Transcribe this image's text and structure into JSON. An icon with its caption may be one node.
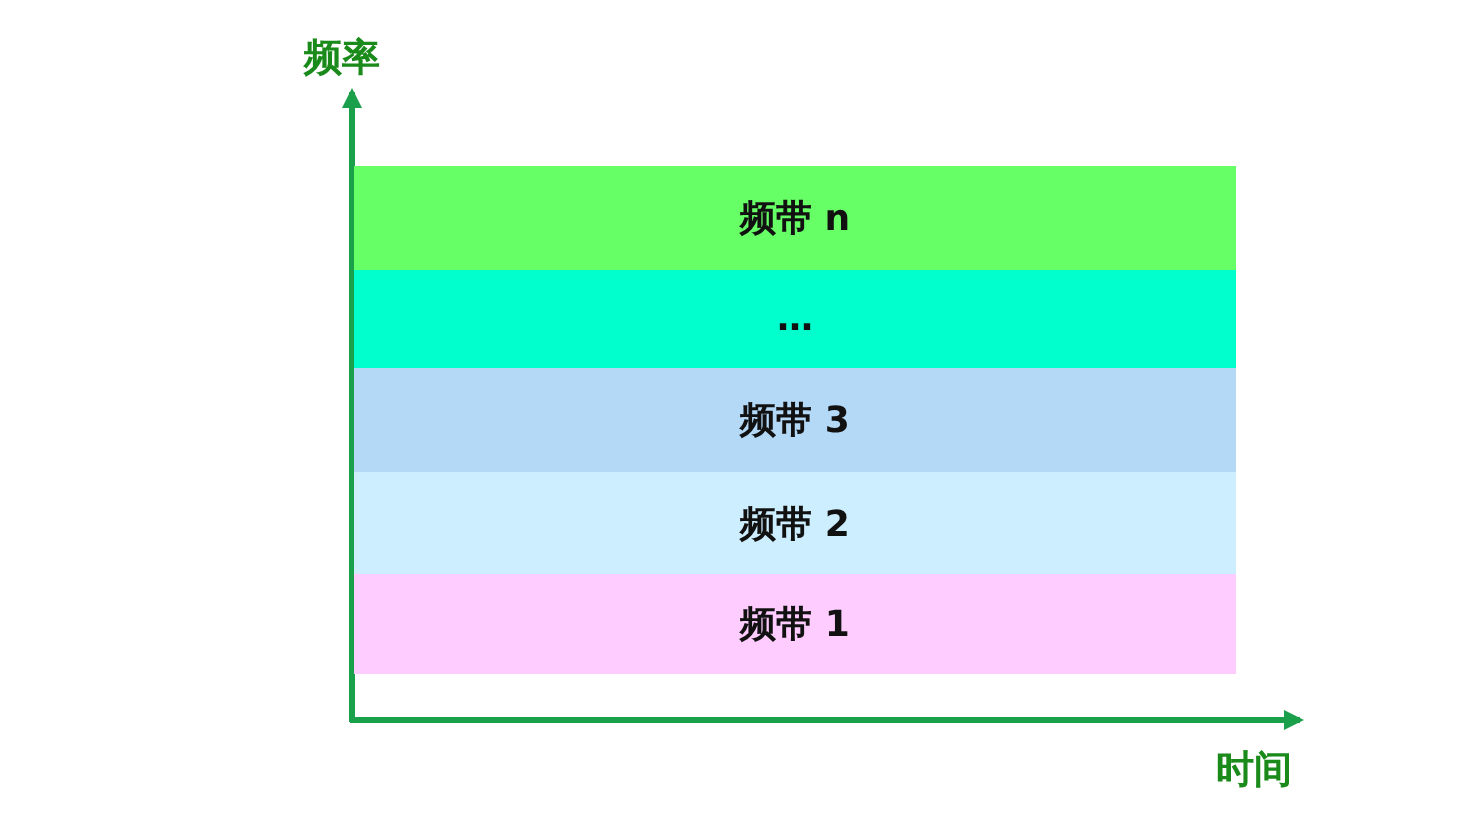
{
  "diagram": {
    "nodes": [
      {
        "text": [
          "频带 n"
        ]
      },
      {
        "text": [
          "…"
        ]
      },
      {
        "text": [
          "频带 3"
        ]
      },
      {
        "text": [
          "频带 2"
        ]
      },
      {
        "text": [
          "频带 1"
        ]
      }
    ],
    "labels": [
      "频率",
      "时间"
    ]
  }
}
